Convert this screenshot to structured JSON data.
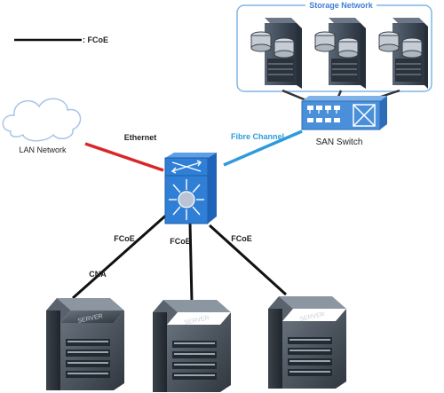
{
  "legend": {
    "label": ": FCoE",
    "line_color": "#111111"
  },
  "storage": {
    "title": "Storage Network",
    "title_color": "#3d7fd6",
    "box_border": "#7fb6e8"
  },
  "san_switch": {
    "label": "SAN Switch",
    "body_color": "#4a8fd9",
    "port_color": "#ffffff"
  },
  "lan": {
    "label": "LAN Network"
  },
  "core_switch": {
    "body_color": "#2f7fd6",
    "top_color": "#1f64b8",
    "center_color": "#b8c4d4"
  },
  "links": {
    "ethernet": {
      "label": "Ethernet",
      "color": "#d9262a"
    },
    "fibre": {
      "label": "Fibre Channel",
      "color": "#2e9bdc"
    },
    "fcoe_color": "#111111",
    "fcoe_left": "FCoE",
    "fcoe_mid": "FCoE",
    "fcoe_right": "FCoE",
    "cna": "CNA"
  },
  "servers": {
    "count": 3,
    "face_text": "SERVER",
    "body_color": "#4c5560"
  },
  "storage_arrays": {
    "count": 3,
    "body_color": "#3e4a58"
  }
}
